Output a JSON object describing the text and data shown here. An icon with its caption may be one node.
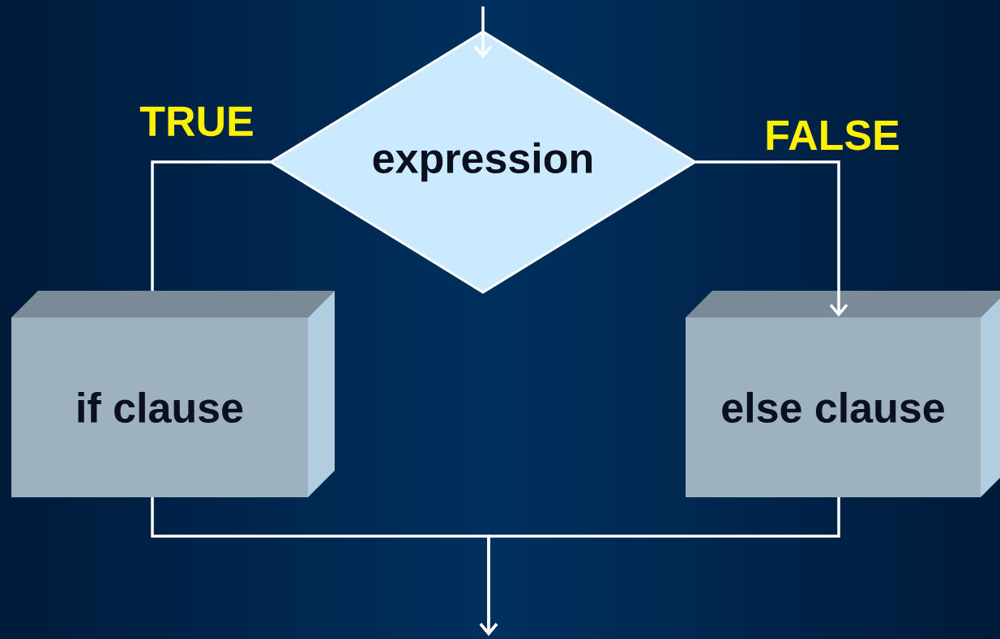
{
  "diagram": {
    "nodes": [
      {
        "text": [
          "expression"
        ]
      },
      {
        "text": [
          "if clause"
        ]
      },
      {
        "text": [
          "else clause"
        ]
      }
    ],
    "edges": [
      {
        "from": null,
        "to": 0,
        "arrow": "to"
      },
      {
        "from": 0,
        "to": 1,
        "arrow": "none",
        "label": "TRUE"
      },
      {
        "from": 0,
        "to": 2,
        "arrow": "to",
        "label": "FALSE"
      },
      {
        "from": 1,
        "to": null,
        "arrow": "to"
      },
      {
        "from": 2,
        "to": null,
        "arrow": "to"
      }
    ]
  }
}
